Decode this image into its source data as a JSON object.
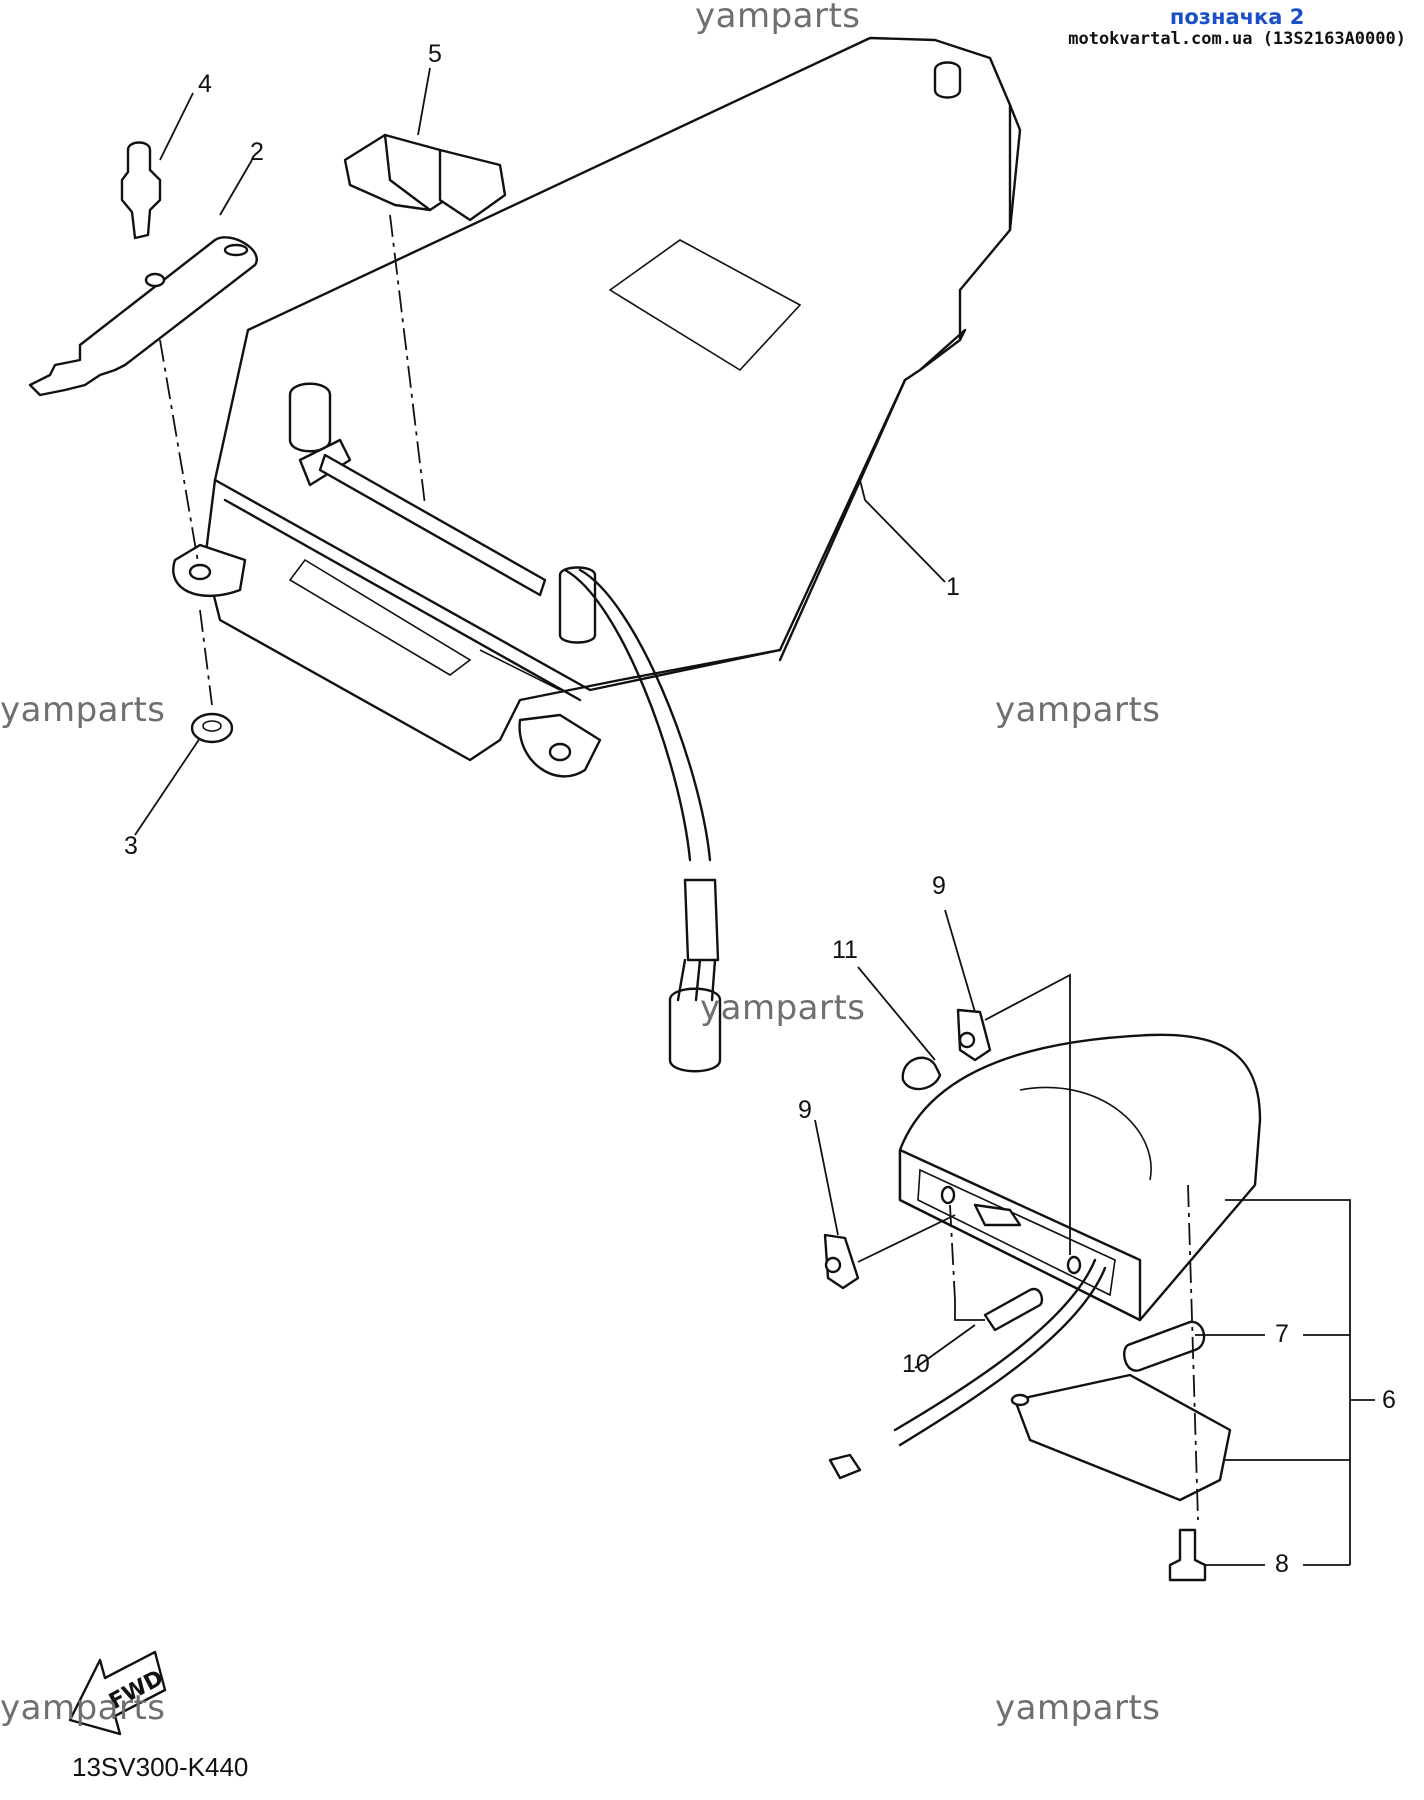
{
  "header": {
    "label": "позначка 2",
    "site": "motokvartal.com.ua (13S2163A0000)"
  },
  "watermark": "yamparts",
  "diagram_code": "13SV300-K440",
  "fwd_label": "FWD",
  "callouts": [
    "1",
    "2",
    "3",
    "4",
    "5",
    "6",
    "7",
    "8",
    "9",
    "9",
    "10",
    "11"
  ]
}
